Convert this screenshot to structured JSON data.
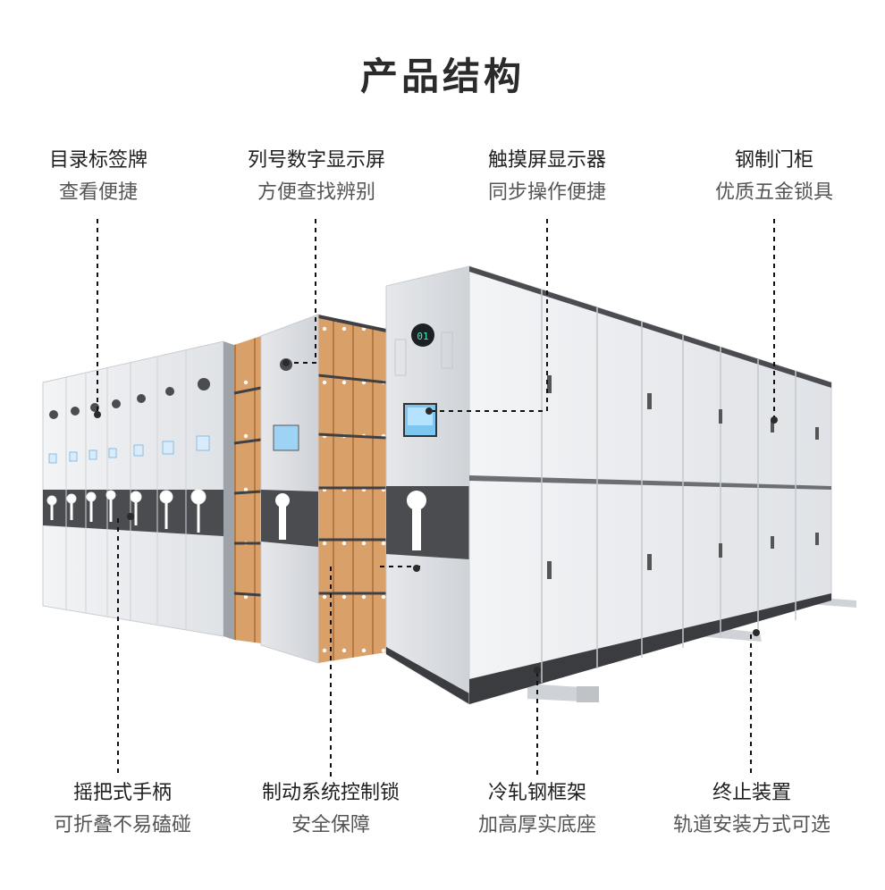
{
  "title": "产品结构",
  "top_features": [
    {
      "heading": "目录标签牌",
      "sub": "查看便捷"
    },
    {
      "heading": "列号数字显示屏",
      "sub": "方便查找辨别"
    },
    {
      "heading": "触摸屏显示器",
      "sub": "同步操作便捷"
    },
    {
      "heading": "钢制门柜",
      "sub": "优质五金锁具"
    }
  ],
  "bottom_features": [
    {
      "heading": "摇把式手柄",
      "sub": "可折叠不易磕碰"
    },
    {
      "heading": "制动系统控制锁",
      "sub": "安全保障"
    },
    {
      "heading": "冷轧钢框架",
      "sub": "加高厚实底座"
    },
    {
      "heading": "终止装置",
      "sub": "轨道安装方式可选"
    }
  ],
  "display_text": "01",
  "colors": {
    "cabinet": "#e9ebee",
    "band": "#4a4c50",
    "wood": "#d9a06a",
    "line": "#111111"
  }
}
